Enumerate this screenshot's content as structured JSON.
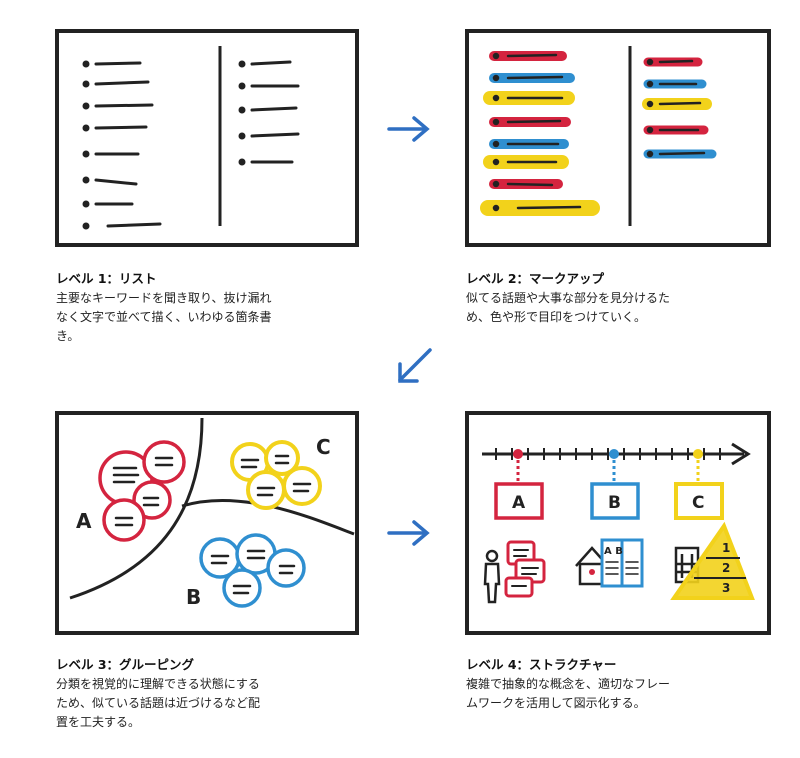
{
  "levels": [
    {
      "title": "レベル 1：リスト",
      "body_lines": [
        "主要なキーワードを聞き取り、抜け漏れ",
        "なく文字で並べて描く、いわゆる箇条書",
        "き。"
      ]
    },
    {
      "title": "レベル 2：マークアップ",
      "body_lines": [
        "似てる話題や大事な部分を見分けるた",
        "め、色や形で目印をつけていく。"
      ]
    },
    {
      "title": "レベル 3：グルーピング",
      "body_lines": [
        "分類を視覚的に理解できる状態にする",
        "ため、似ている話題は近づけるなど配",
        "置を工夫する。"
      ]
    },
    {
      "title": "レベル 4：ストラクチャー",
      "body_lines": [
        "複雑で抽象的な概念を、適切なフレー",
        "ムワークを活用して図示化する。"
      ]
    }
  ],
  "groups": {
    "a": "A",
    "b": "B",
    "c": "C"
  },
  "structure": {
    "boxes": [
      "A",
      "B",
      "C"
    ],
    "doc_label": "A B",
    "pyramid": [
      "1",
      "2",
      "3"
    ]
  },
  "colors": {
    "red": "#d4243f",
    "blue": "#2f8fd0",
    "yellow": "#f2d21b",
    "ink": "#222222",
    "arrow": "#2f6fc2"
  },
  "icons": [
    "arrow-right-icon",
    "arrow-down-left-icon",
    "person-icon",
    "house-icon",
    "building-icon",
    "pyramid-icon"
  ]
}
